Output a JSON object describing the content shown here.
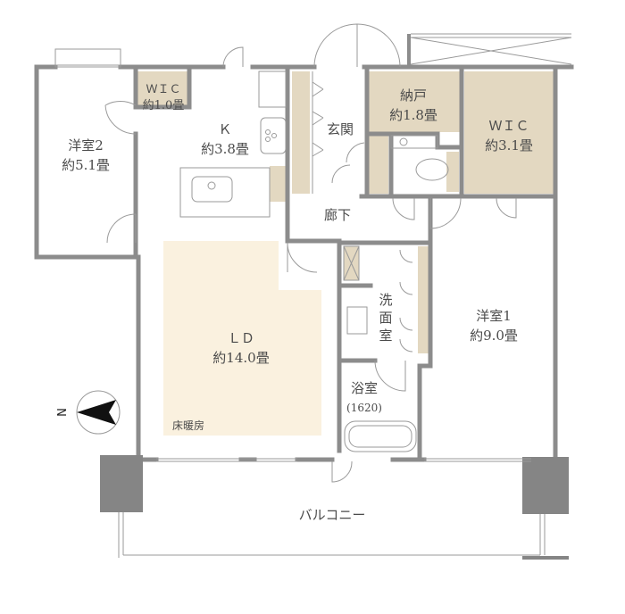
{
  "plan": {
    "colors": {
      "wall": "#8c8c8c",
      "column": "#858585",
      "storage_fill": "#e3d8c1",
      "ld_fill": "#faf1df",
      "line": "#9a9a9a"
    },
    "rooms": {
      "wic_small": {
        "name": "ＷＩＣ",
        "area": "約1.0畳"
      },
      "yoshitsu2": {
        "name": "洋室2",
        "area": "約5.1畳"
      },
      "kitchen": {
        "name": "Ｋ",
        "area": "約3.8畳"
      },
      "genkan": {
        "name": "玄関"
      },
      "nando": {
        "name": "納戸",
        "area": "約1.8畳"
      },
      "wic_large": {
        "name": "ＷＩＣ",
        "area": "約3.1畳"
      },
      "rouka": {
        "name": "廊下"
      },
      "ld": {
        "name": "ＬＤ",
        "area": "約14.0畳",
        "note": "床暖房"
      },
      "senmenshitsu": {
        "chars": [
          "洗",
          "面",
          "室"
        ]
      },
      "yokushitsu": {
        "name": "浴室",
        "size": "(1620)"
      },
      "yoshitsu1": {
        "name": "洋室1",
        "area": "約9.0畳"
      },
      "balcony": {
        "name": "バルコニー"
      }
    },
    "compass": {
      "label": "N"
    }
  }
}
